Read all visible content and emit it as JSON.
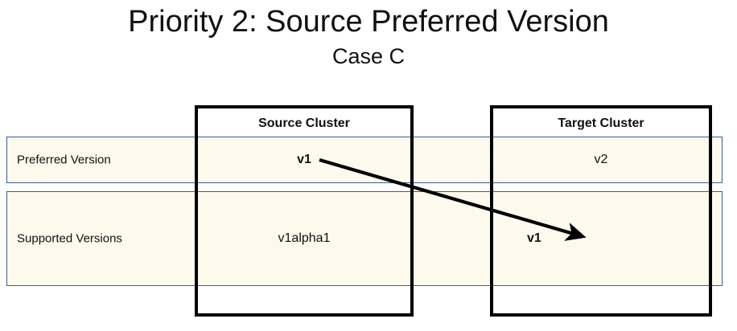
{
  "slide": {
    "title": "Priority 2: Source Preferred Version",
    "subtitle": "Case C"
  },
  "colors": {
    "row_fill": "#fdf9ec",
    "row_border": "#3c5c92",
    "box_border": "#000000",
    "text": "#111111",
    "arrow": "#000000"
  },
  "clusters": {
    "source": {
      "title": "Source Cluster"
    },
    "target": {
      "title": "Target Cluster"
    }
  },
  "rows": [
    {
      "label": "Preferred Version",
      "source_value": "v1",
      "target_value": "v2"
    },
    {
      "label": "Supported Versions",
      "source_value": "v1alpha1",
      "target_value": "v1"
    }
  ],
  "arrow": {
    "label": "source-preferred-to-target-supported",
    "from": "Source Cluster / Preferred Version / v1",
    "to": "Target Cluster / Supported Versions / v1"
  }
}
